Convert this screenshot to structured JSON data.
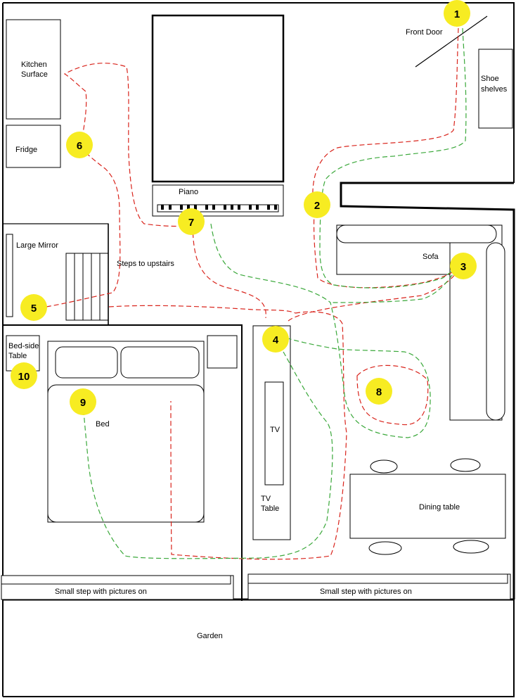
{
  "labels": {
    "front_door": "Front Door",
    "shoe_shelves_1": "Shoe",
    "shoe_shelves_2": "shelves",
    "kitchen_1": "Kitchen",
    "kitchen_2": "Surface",
    "fridge": "Fridge",
    "piano": "Piano",
    "sofa": "Sofa",
    "large_mirror": "Large Mirror",
    "steps_upstairs": "Steps to upstairs",
    "bedside_1": "Bed-side",
    "bedside_2": "Table",
    "bed": "Bed",
    "tv": "TV",
    "tv_table_1": "TV",
    "tv_table_2": "Table",
    "dining_table": "Dining table",
    "small_step_left": "Small step with pictures on",
    "small_step_right": "Small step with pictures on",
    "garden": "Garden"
  },
  "markers": [
    "1",
    "2",
    "3",
    "4",
    "5",
    "6",
    "7",
    "8",
    "9",
    "10"
  ],
  "colors": {
    "marker_fill": "#f7ec22",
    "path_red": "#d9241c",
    "path_green": "#3aa83a",
    "walls": "#000000"
  }
}
